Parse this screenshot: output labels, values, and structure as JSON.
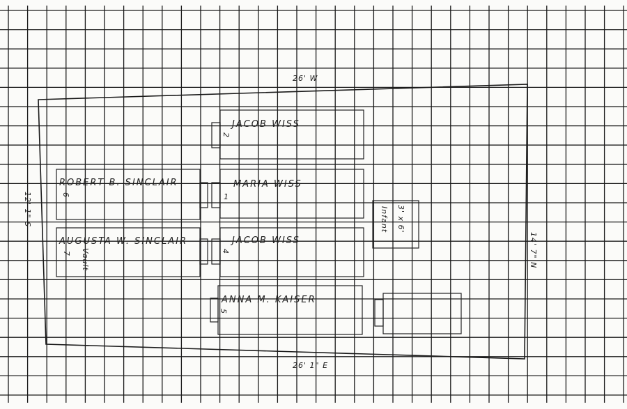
{
  "dimensions": {
    "top": "26' W",
    "bottom": "26' 1\" E",
    "left": "12' 1\" S",
    "right": "14' 7\" N"
  },
  "graves": [
    {
      "id": "jacob-wiss-2",
      "name": "JACOB WISS",
      "number": "2"
    },
    {
      "id": "maria-wiss",
      "name": "MARIA WISS",
      "number": "1"
    },
    {
      "id": "jacob-wiss-4",
      "name": "JACOB WISS",
      "number": "4"
    },
    {
      "id": "anna-kaiser",
      "name": "ANNA M. KAISER",
      "number": "5"
    },
    {
      "id": "robert-sinclair",
      "name": "ROBERT B. SINCLAIR",
      "number": "6"
    },
    {
      "id": "augusta-sinclair",
      "name": "AUGUSTA W. SINCLAIR",
      "number": "7"
    },
    {
      "id": "unnamed-right",
      "name": "",
      "number": ""
    }
  ],
  "annotations": {
    "vault": "Vault",
    "infant_size": "3' x 6'",
    "infant_label": "Infant"
  }
}
